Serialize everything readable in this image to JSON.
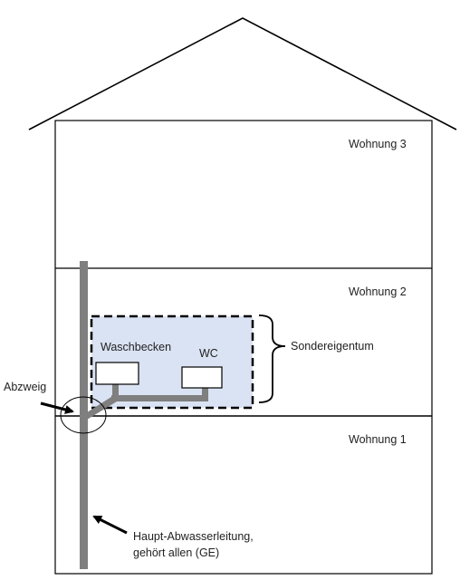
{
  "apartments": [
    {
      "label": "Wohnung 3"
    },
    {
      "label": "Wohnung 2"
    },
    {
      "label": "Wohnung 1"
    }
  ],
  "fixtures": {
    "sink": "Waschbecken",
    "toilet": "WC"
  },
  "labels": {
    "private_property": "Sondereigentum",
    "branch": "Abzweig",
    "main_pipe_line1": "Haupt-Abwasserleitung,",
    "main_pipe_line2": "gehört allen (GE)"
  },
  "colors": {
    "pipe": "#7f7f7f",
    "private_area_fill": "#dae3f3",
    "outline": "#000000"
  }
}
